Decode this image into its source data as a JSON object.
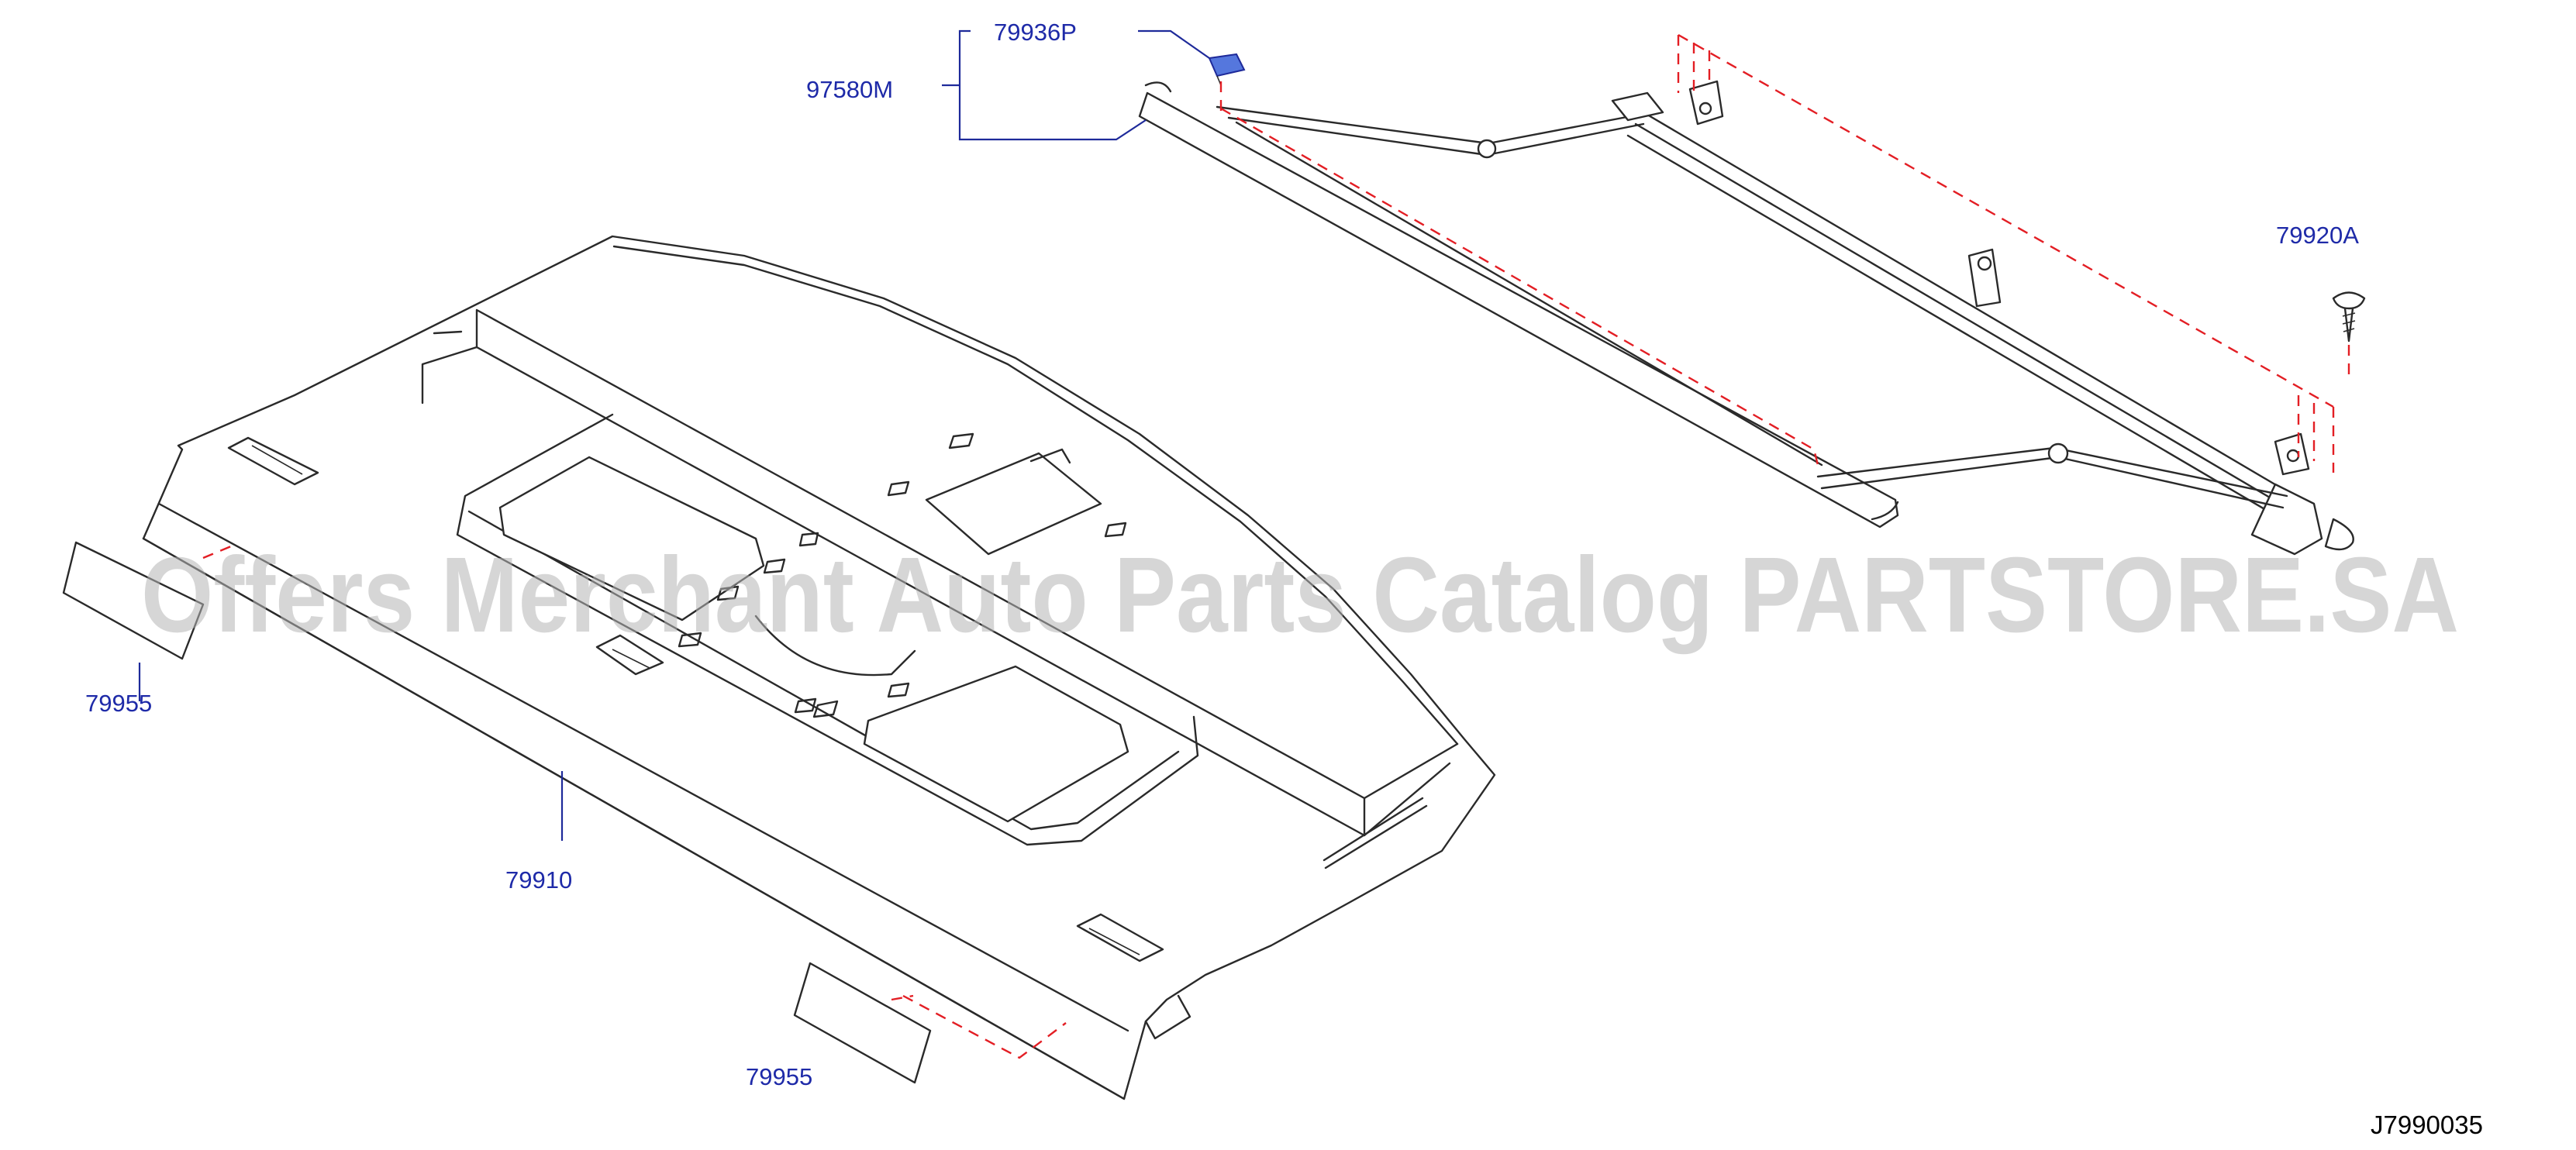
{
  "diagram": {
    "callouts": {
      "c79936p": "79936P",
      "c97580m": "97580M",
      "c79920a": "79920A",
      "c79955_top": "79955",
      "c79910": "79910",
      "c79955_bottom": "79955"
    },
    "reference_code": "J7990035",
    "watermark": "Offers Merchant Auto Parts Catalog PARTSTORE.SA",
    "colors": {
      "callout_text": "#1e2aa8",
      "leader_line": "#1e2a9a",
      "dashed_guide": "#e31e24",
      "part_outline": "#2a2a2a",
      "highlight_clip": "#5577dd"
    }
  }
}
